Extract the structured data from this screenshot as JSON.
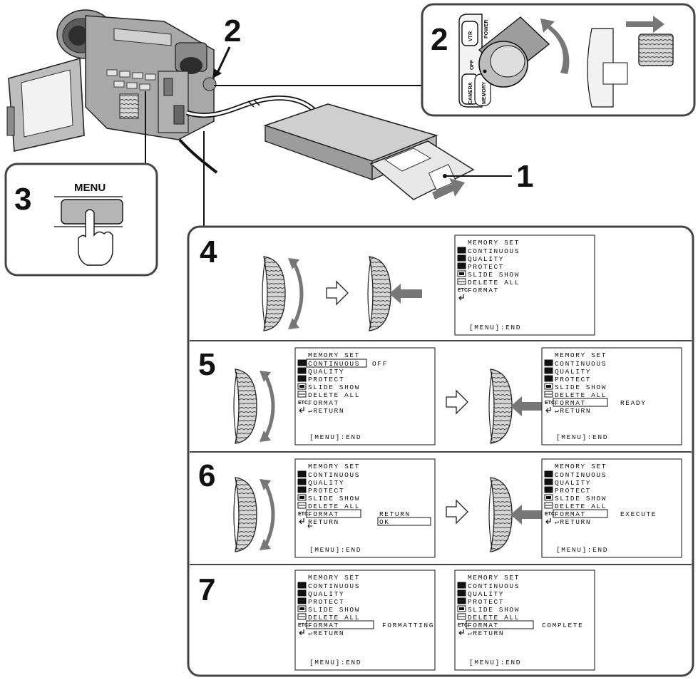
{
  "steps": {
    "s1": "1",
    "s2_main": "2",
    "s2_inset": "2",
    "s3": "3",
    "s4": "4",
    "s5": "5",
    "s6": "6",
    "s7": "7"
  },
  "button": {
    "menu_label": "MENU"
  },
  "switch": {
    "power": "POWER",
    "vtr": "VTR",
    "off": "OFF",
    "camera": "CAMERA",
    "memory": "MEMORY"
  },
  "osd": {
    "title": "MEMORY SET",
    "items": [
      "CONTINUOUS",
      "QUALITY",
      "PROTECT",
      "SLIDE SHOW",
      "DELETE ALL",
      "FORMAT",
      "RETURN"
    ],
    "etc_icon_label": "ETC",
    "footer": "[MENU]:END",
    "val_off": "OFF",
    "val_ready": "READY",
    "val_return": "RETURN",
    "val_ok": "OK",
    "val_execute": "EXECUTE",
    "val_formatting": "FORMATTING",
    "val_complete": "COMPLETE"
  },
  "colors": {
    "line": "#111111",
    "arrow_gray": "#777777",
    "panel_border": "#444444",
    "key_fill": "#b5b5b5"
  }
}
